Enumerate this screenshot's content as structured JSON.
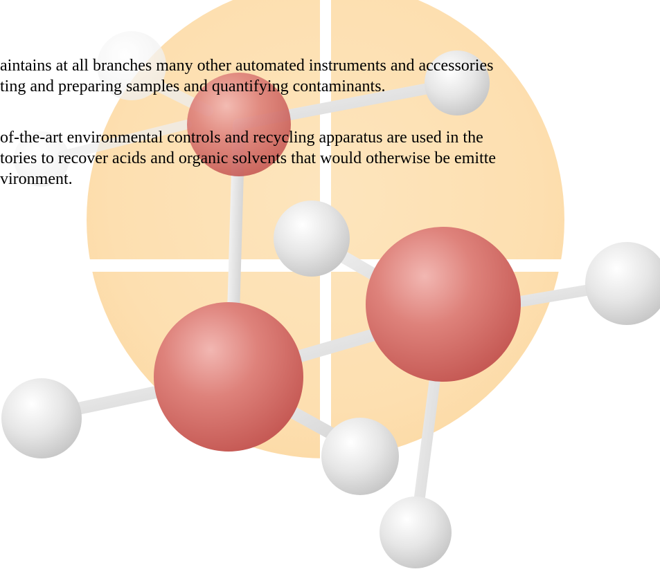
{
  "paragraphs": [
    {
      "lines": [
        "aintains at all branches many other automated instruments and accessories",
        "ting and preparing samples and quantifying contaminants."
      ]
    },
    {
      "lines": [
        "of-the-art environmental controls and recycling apparatus are used in the",
        "tories to recover acids and organic solvents that would otherwise be emitte",
        "vironment."
      ]
    }
  ],
  "colors": {
    "disc_orange": "#fde2b4",
    "disc_divider": "#ffffff",
    "atom_red": "#d26a64",
    "atom_white": "#dcdcdc",
    "bond_gray": "#d9d9d9",
    "text": "#000000"
  },
  "icons": {
    "background": "molecule-graphic"
  }
}
